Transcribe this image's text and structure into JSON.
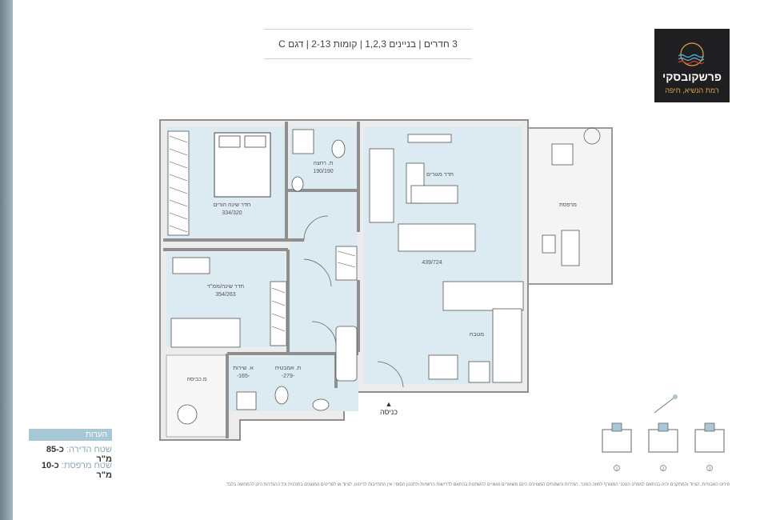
{
  "header": {
    "title": "3 חדרים | בניינים 1,2,3 | קומות 2-13 | דגם C"
  },
  "logo": {
    "name": "פרשקובסקי",
    "subtitle": "רמת הנשיא, חיפה"
  },
  "rooms": {
    "master": {
      "name": "חדר שינה הורים",
      "dims": "334/320"
    },
    "ensuite": {
      "name": "ת. רחצה",
      "dims": "190/190"
    },
    "living": {
      "name": "חדר מגורים",
      "dims": "439/724"
    },
    "balcony": {
      "name": "מרפסת"
    },
    "bedroom2": {
      "name": "חדר שינה/ממ\"ד",
      "dims": "354/263"
    },
    "kitchen": {
      "name": "מטבח"
    },
    "bath": {
      "name": "ת. אמבטיה",
      "dims": "-279-"
    },
    "wc": {
      "name": "א. שירות",
      "dims": "-165-"
    },
    "service": {
      "name": "מ.כביסה"
    }
  },
  "entrance_label": "כניסה",
  "notes": {
    "title": "הערות",
    "apartment_area": {
      "label": "שטח הדירה:",
      "value": "כ-85 מ\"ר"
    },
    "balcony_area": {
      "label": "שטח מרפסת:",
      "value": "כ-10 מ\"ר"
    }
  },
  "footer": "פירוט האבזרות, הציוד והמתקנים יהיה בהתאם למפרט הטכני המצורף לחוזה המכר. המידות והשטחים המצוינים הינם משוערים ועשויים להשתנות בהתאם לדרישות הרשויות ולתכנון הסופי. אין התחייבות לריהוט, לציוד או לפריטים המוצגים בתוכנית וכל ההגדרות הינן להמחשה בלבד.",
  "keyplans": [
    {
      "number": "1"
    },
    {
      "number": "2"
    },
    {
      "number": "3"
    }
  ],
  "colors": {
    "room_fill": "#dceaf1",
    "wall": "#8f8f8f",
    "accent": "#a9c8d6",
    "logo_bg": "#1f1f22",
    "logo_gold": "#d9a54a"
  }
}
